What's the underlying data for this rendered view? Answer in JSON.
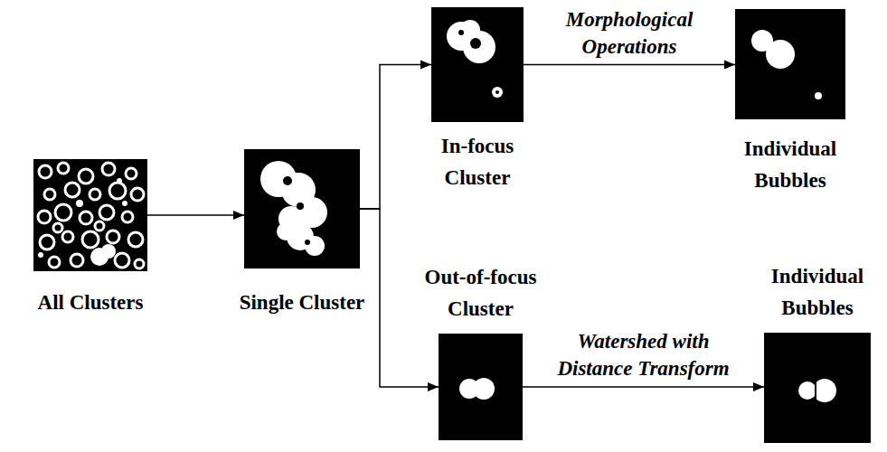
{
  "diagram": {
    "nodes": [
      {
        "text": [
          "All Clusters"
        ]
      },
      {
        "text": [
          "Single Cluster"
        ]
      },
      {
        "text": [
          "In-focus Cluster"
        ]
      },
      {
        "text": [
          "Individual Bubbles"
        ]
      },
      {
        "text": [
          "Out-of-focus Cluster"
        ]
      },
      {
        "text": [
          "Individual Bubbles"
        ]
      }
    ],
    "edges": [
      {
        "from": 0,
        "to": 1,
        "arrow": "to"
      },
      {
        "from": 1,
        "to": 2,
        "arrow": "to"
      },
      {
        "from": 1,
        "to": 4,
        "arrow": "to"
      },
      {
        "from": 2,
        "to": 3,
        "label": "Morphological Operations",
        "arrow": "to"
      },
      {
        "from": 4,
        "to": 5,
        "label": "Watershed with Distance Transform",
        "arrow": "to"
      }
    ]
  }
}
